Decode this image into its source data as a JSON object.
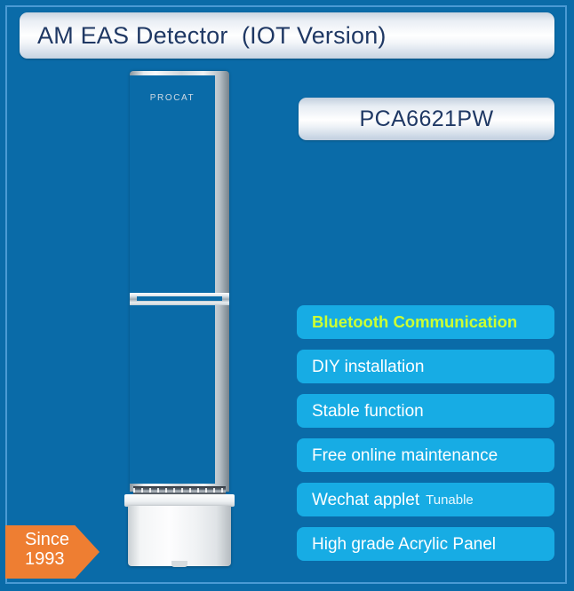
{
  "slide": {
    "background_color": "#0a6ba8",
    "frame_color": "#4a9ad4"
  },
  "header": {
    "title": "AM EAS Detector  (IOT Version)"
  },
  "model": {
    "label": "PCA6621PW"
  },
  "product_image": {
    "logo_text": "PROCAT",
    "alt": "AM EAS detector acrylic pedestal antenna"
  },
  "features": {
    "accent_color": "#ccff33",
    "pill_color": "#17ace4",
    "items": [
      {
        "label": "Bluetooth Communication",
        "sub": "",
        "accent": true
      },
      {
        "label": "DIY installation",
        "sub": "",
        "accent": false
      },
      {
        "label": "Stable function",
        "sub": "",
        "accent": false
      },
      {
        "label": "Free online maintenance",
        "sub": "",
        "accent": false
      },
      {
        "label": "Wechat applet",
        "sub": "Tunable",
        "accent": false
      },
      {
        "label": "High grade Acrylic Panel",
        "sub": "",
        "accent": false
      }
    ]
  },
  "since_badge": {
    "word": "Since",
    "year": "1993",
    "color": "#ee7e32"
  }
}
